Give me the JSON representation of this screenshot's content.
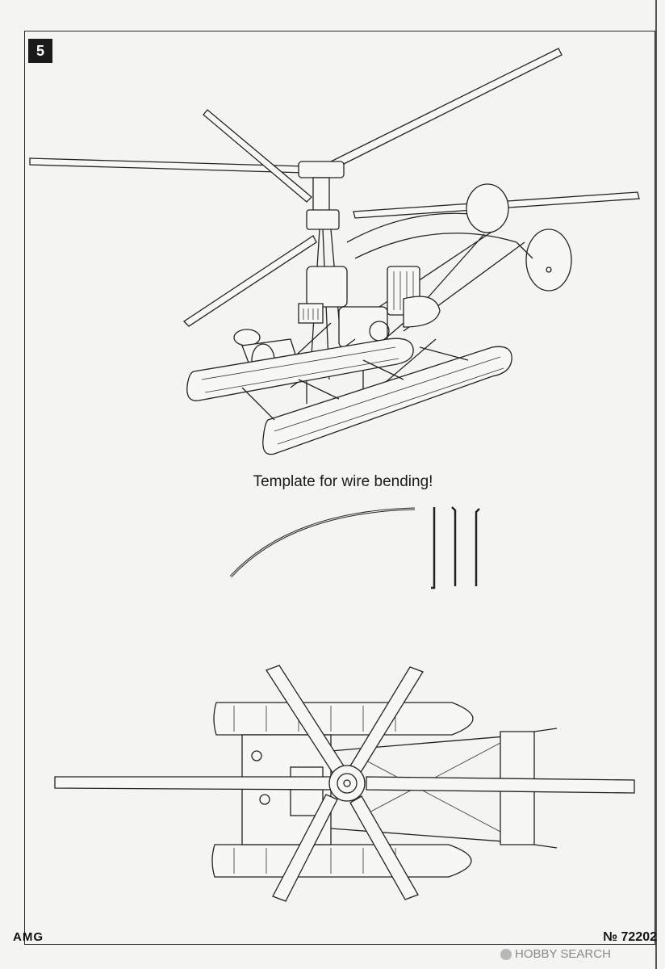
{
  "step": {
    "number": "5"
  },
  "template": {
    "caption": "Template for wire bending!"
  },
  "footer": {
    "brand": "AMG",
    "kit_number": "№ 72202",
    "watermark": "HOBBY SEARCH"
  }
}
